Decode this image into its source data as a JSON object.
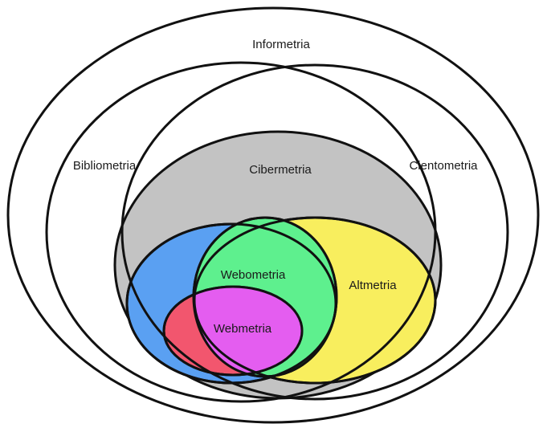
{
  "diagram": {
    "labels": {
      "informetria": "Informetria",
      "bibliometria": "Bibliometria",
      "cientometria": "Cientometria",
      "cibermetria": "Cibermetria",
      "webometria": "Webometria",
      "altmetria": "Altmetria",
      "webmetria": "Webmetria"
    },
    "colors": {
      "cibermetria": "#c3c3c3",
      "blue_region": "#5aa0f2",
      "webometria": "#5ef08e",
      "altmetria": "#f8ee5e",
      "webmetria_overlap": "#f2566e",
      "webmetria": "#e45df0",
      "outline": "#111111",
      "background": "#ffffff"
    }
  }
}
